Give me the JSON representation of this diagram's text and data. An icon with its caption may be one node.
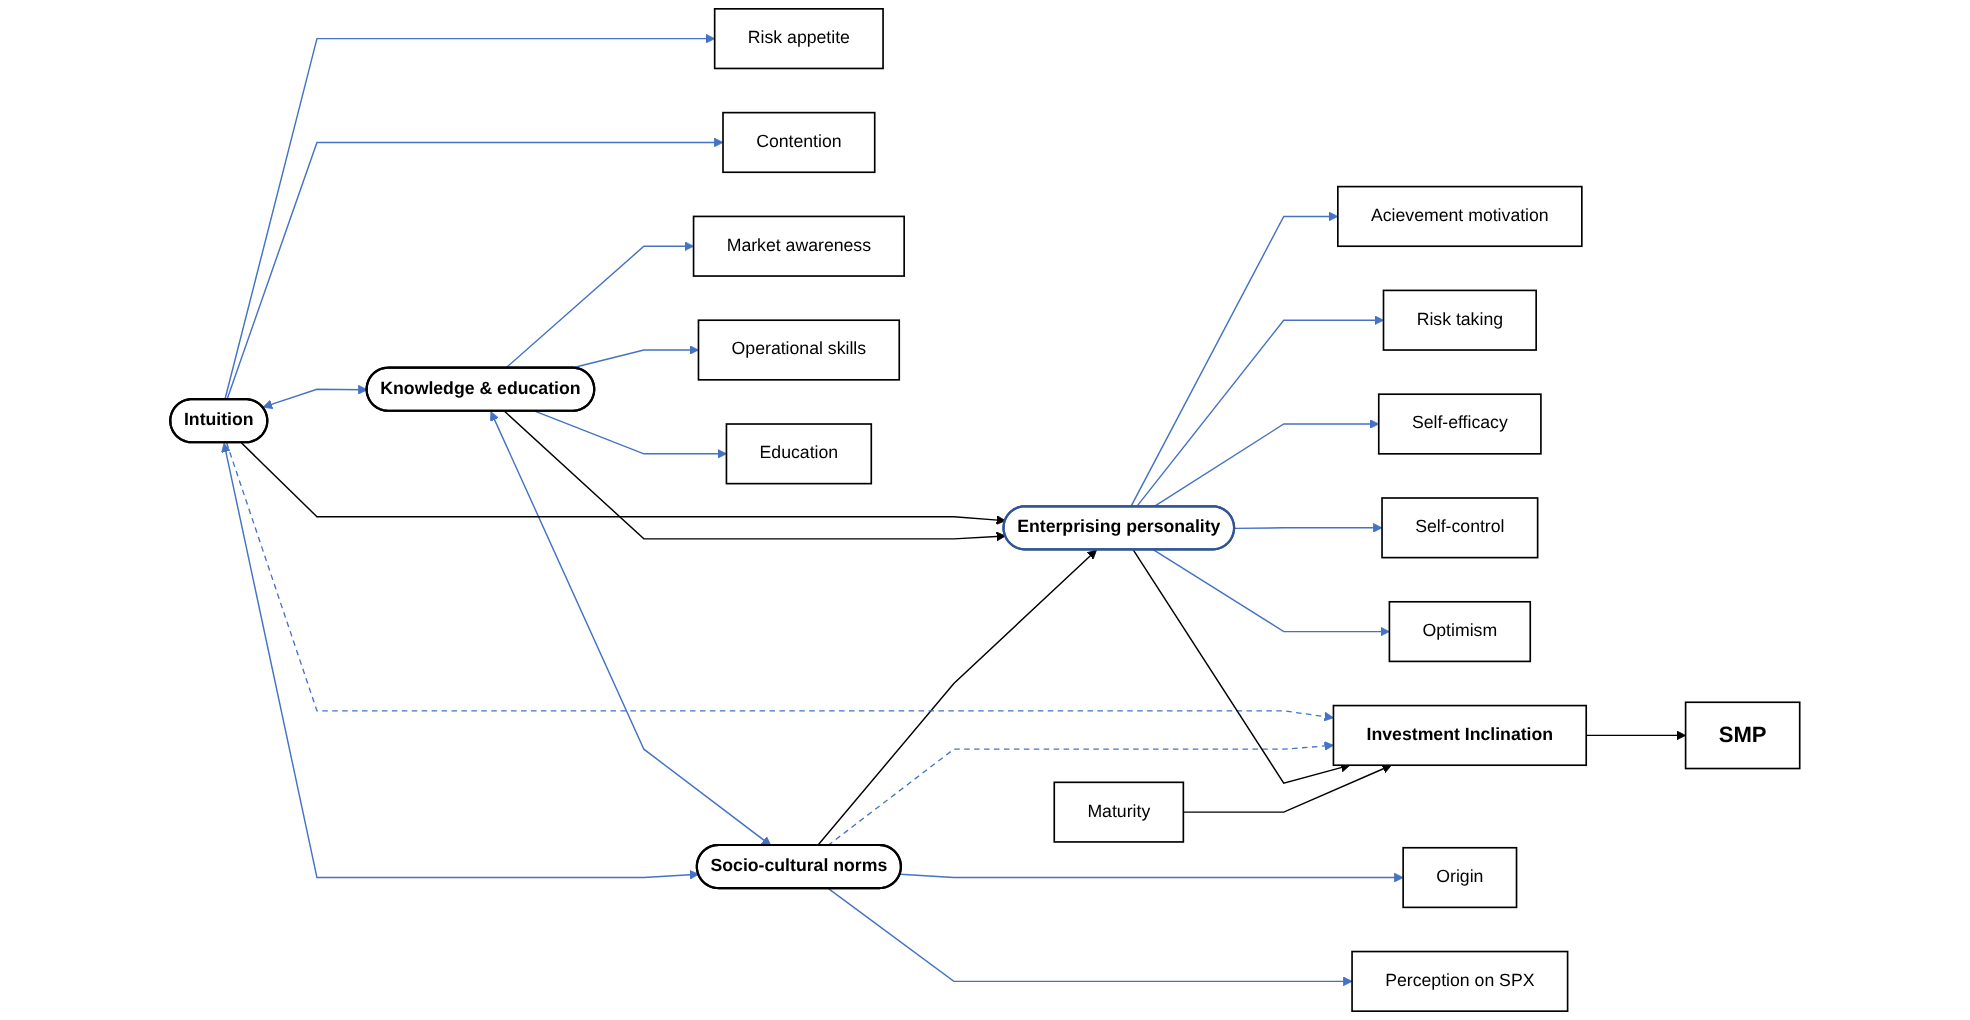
{
  "diagram": {
    "nodes": [
      {
        "text": [
          "Acievement motivation"
        ]
      },
      {
        "text": [
          "Risk taking"
        ]
      },
      {
        "text": [
          "Self-efficacy"
        ]
      },
      {
        "text": [
          "Self-control"
        ]
      },
      {
        "text": [
          "Optimism"
        ]
      },
      {
        "text": [
          "Risk appetite"
        ]
      },
      {
        "text": [
          "Contention"
        ]
      },
      {
        "text": [
          "Intuition"
        ]
      },
      {
        "text": [
          "Market awareness"
        ]
      },
      {
        "text": [
          "Operational skills"
        ]
      },
      {
        "text": [
          "Knowledge & education"
        ]
      },
      {
        "text": [
          "Education"
        ]
      },
      {
        "text": [
          "Enterprising personality"
        ]
      },
      {
        "text": [
          "Investment Inclination"
        ]
      },
      {
        "text": [
          "SMP"
        ]
      },
      {
        "text": [
          "Origin"
        ]
      },
      {
        "text": [
          "Socio-cultural norms"
        ]
      },
      {
        "text": [
          "Perception on SPX"
        ]
      },
      {
        "text": [
          "Maturity"
        ]
      }
    ],
    "edges": [
      {
        "from": 7,
        "to": 5,
        "arrow": "to"
      },
      {
        "from": 7,
        "to": 6,
        "arrow": "to"
      },
      {
        "from": 10,
        "to": 8,
        "arrow": "to"
      },
      {
        "from": 10,
        "to": 9,
        "arrow": "to"
      },
      {
        "from": 10,
        "to": 11,
        "arrow": "to"
      },
      {
        "from": 16,
        "to": 15,
        "arrow": "to"
      },
      {
        "from": 16,
        "to": 17,
        "arrow": "to"
      },
      {
        "from": 7,
        "to": 10,
        "arrow": "both"
      },
      {
        "from": 10,
        "to": 16,
        "arrow": "both"
      },
      {
        "from": 7,
        "to": 16,
        "arrow": "both"
      },
      {
        "from": 12,
        "to": 0,
        "arrow": "to"
      },
      {
        "from": 12,
        "to": 1,
        "arrow": "to"
      },
      {
        "from": 12,
        "to": 2,
        "arrow": "to"
      },
      {
        "from": 12,
        "to": 3,
        "arrow": "to"
      },
      {
        "from": 12,
        "to": 4,
        "arrow": "to"
      },
      {
        "from": 7,
        "to": 12,
        "arrow": "to",
        "color": "#000000"
      },
      {
        "from": 10,
        "to": 12,
        "arrow": "to",
        "color": "#000000"
      },
      {
        "from": 16,
        "to": 12,
        "arrow": "to",
        "color": "#000000"
      },
      {
        "from": 7,
        "to": 13,
        "arrow": "to",
        "style": "dashed"
      },
      {
        "from": 16,
        "to": 13,
        "arrow": "to",
        "style": "dashed"
      },
      {
        "from": 12,
        "to": 13,
        "arrow": "to",
        "color": "#000000"
      },
      {
        "from": 13,
        "to": 14,
        "arrow": "to",
        "color": "#000000"
      },
      {
        "from": 18,
        "to": 13,
        "arrow": "to",
        "color": "#000000"
      }
    ]
  }
}
